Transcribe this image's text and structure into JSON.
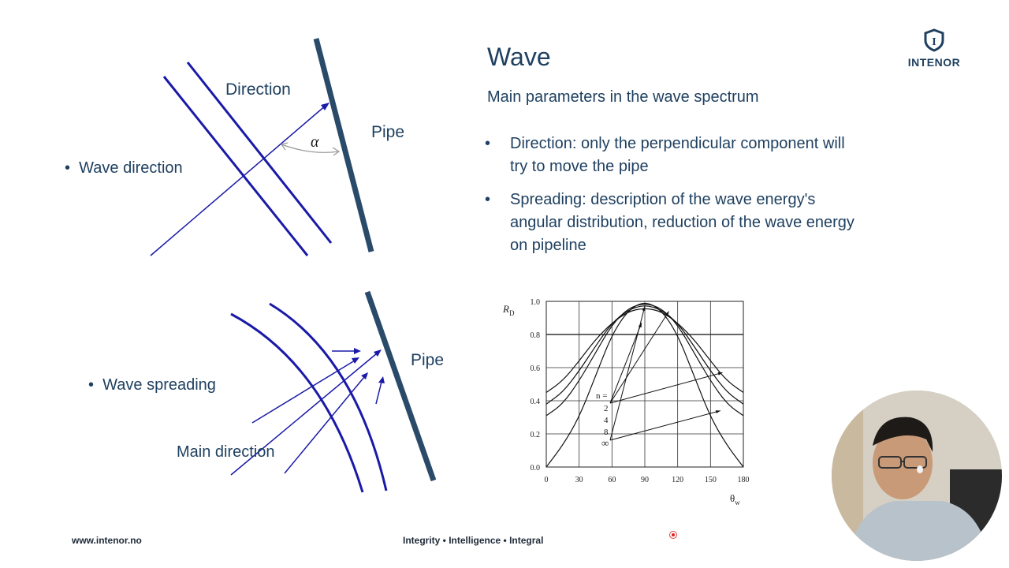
{
  "slide": {
    "title": "Wave",
    "subtitle": "Main parameters in the wave spectrum",
    "bullets": [
      "Direction: only the perpendicular component will try to move the pipe",
      "Spreading: description of the wave energy's angular distribution, reduction of the wave energy on pipeline"
    ],
    "bullet_symbol": "•"
  },
  "diagram_direction": {
    "bullet": "Wave direction",
    "direction_label": "Direction",
    "pipe_label": "Pipe",
    "angle_symbol": "α"
  },
  "diagram_spreading": {
    "bullet": "Wave spreading",
    "main_direction_label": "Main direction",
    "pipe_label": "Pipe"
  },
  "logo": {
    "text": "INTENOR",
    "mark": "I"
  },
  "footer": {
    "website": "www.intenor.no",
    "tagline": "Integrity • Intelligence • Integral"
  },
  "colors": {
    "text": "#1f4060",
    "wave_lines": "#1a1aa8",
    "pipe": "#2a4a6a"
  },
  "chart_data": {
    "type": "line",
    "ylabel_main": "R",
    "ylabel_sub": "D",
    "xlabel_main": "θ",
    "xlabel_sub": "w",
    "xlim": [
      0,
      180
    ],
    "ylim": [
      0,
      1.0
    ],
    "x_ticks": [
      0,
      30,
      60,
      90,
      120,
      150,
      180
    ],
    "y_ticks": [
      0.0,
      0.2,
      0.4,
      0.6,
      0.8,
      1.0
    ],
    "y_tick_labels": [
      "0.0",
      "0.2",
      "0.4",
      "0.6",
      "0.8",
      "1.0"
    ],
    "grid": true,
    "legend_title": "n =",
    "legend_entries": [
      "2",
      "4",
      "8",
      "∞"
    ],
    "x": [
      0,
      15,
      30,
      45,
      60,
      75,
      90,
      105,
      120,
      135,
      150,
      165,
      180
    ],
    "series": [
      {
        "name": "2",
        "values": [
          0.45,
          0.52,
          0.64,
          0.77,
          0.87,
          0.94,
          0.96,
          0.94,
          0.87,
          0.77,
          0.64,
          0.52,
          0.45
        ]
      },
      {
        "name": "4",
        "values": [
          0.38,
          0.45,
          0.58,
          0.73,
          0.87,
          0.95,
          0.98,
          0.95,
          0.87,
          0.73,
          0.58,
          0.45,
          0.38
        ]
      },
      {
        "name": "8",
        "values": [
          0.31,
          0.38,
          0.52,
          0.69,
          0.86,
          0.96,
          0.99,
          0.96,
          0.86,
          0.69,
          0.52,
          0.38,
          0.31
        ]
      },
      {
        "name": "∞",
        "values": [
          0.0,
          0.13,
          0.3,
          0.55,
          0.8,
          0.95,
          1.0,
          0.95,
          0.8,
          0.55,
          0.3,
          0.13,
          0.0
        ]
      }
    ]
  }
}
